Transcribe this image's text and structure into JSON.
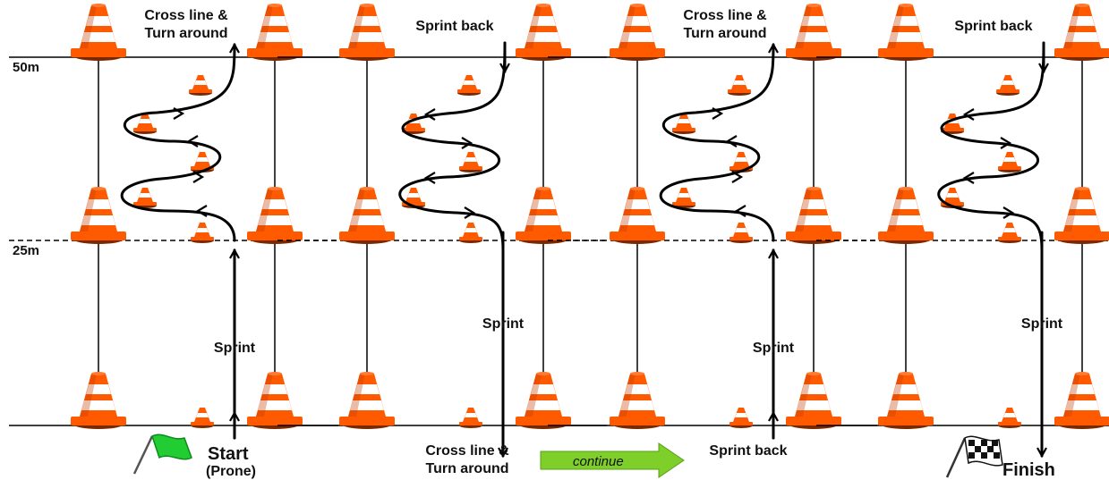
{
  "distances": {
    "far": "50m",
    "mid": "25m"
  },
  "panels": [
    {
      "top_label": [
        "Cross line &",
        "Turn around"
      ],
      "sprint_label": "Sprint"
    },
    {
      "top_label": [
        "Sprint back"
      ],
      "sprint_label": "Sprint",
      "bottom_label": [
        "Cross line &",
        "Turn around"
      ]
    },
    {
      "top_label": [
        "Cross line &",
        "Turn around"
      ],
      "sprint_label": "Sprint",
      "bottom_label": [
        "Sprint back"
      ]
    },
    {
      "top_label": [
        "Sprint back"
      ],
      "sprint_label": "Sprint"
    }
  ],
  "start": {
    "title": "Start",
    "subtitle": "(Prone)"
  },
  "continue_label": "continue",
  "finish_label": "Finish",
  "colors": {
    "cone": "#ff5a00",
    "cone_stripe": "#ffffff",
    "start_flag": "#22cc33",
    "continue_arrow": "#7fcf2a"
  }
}
